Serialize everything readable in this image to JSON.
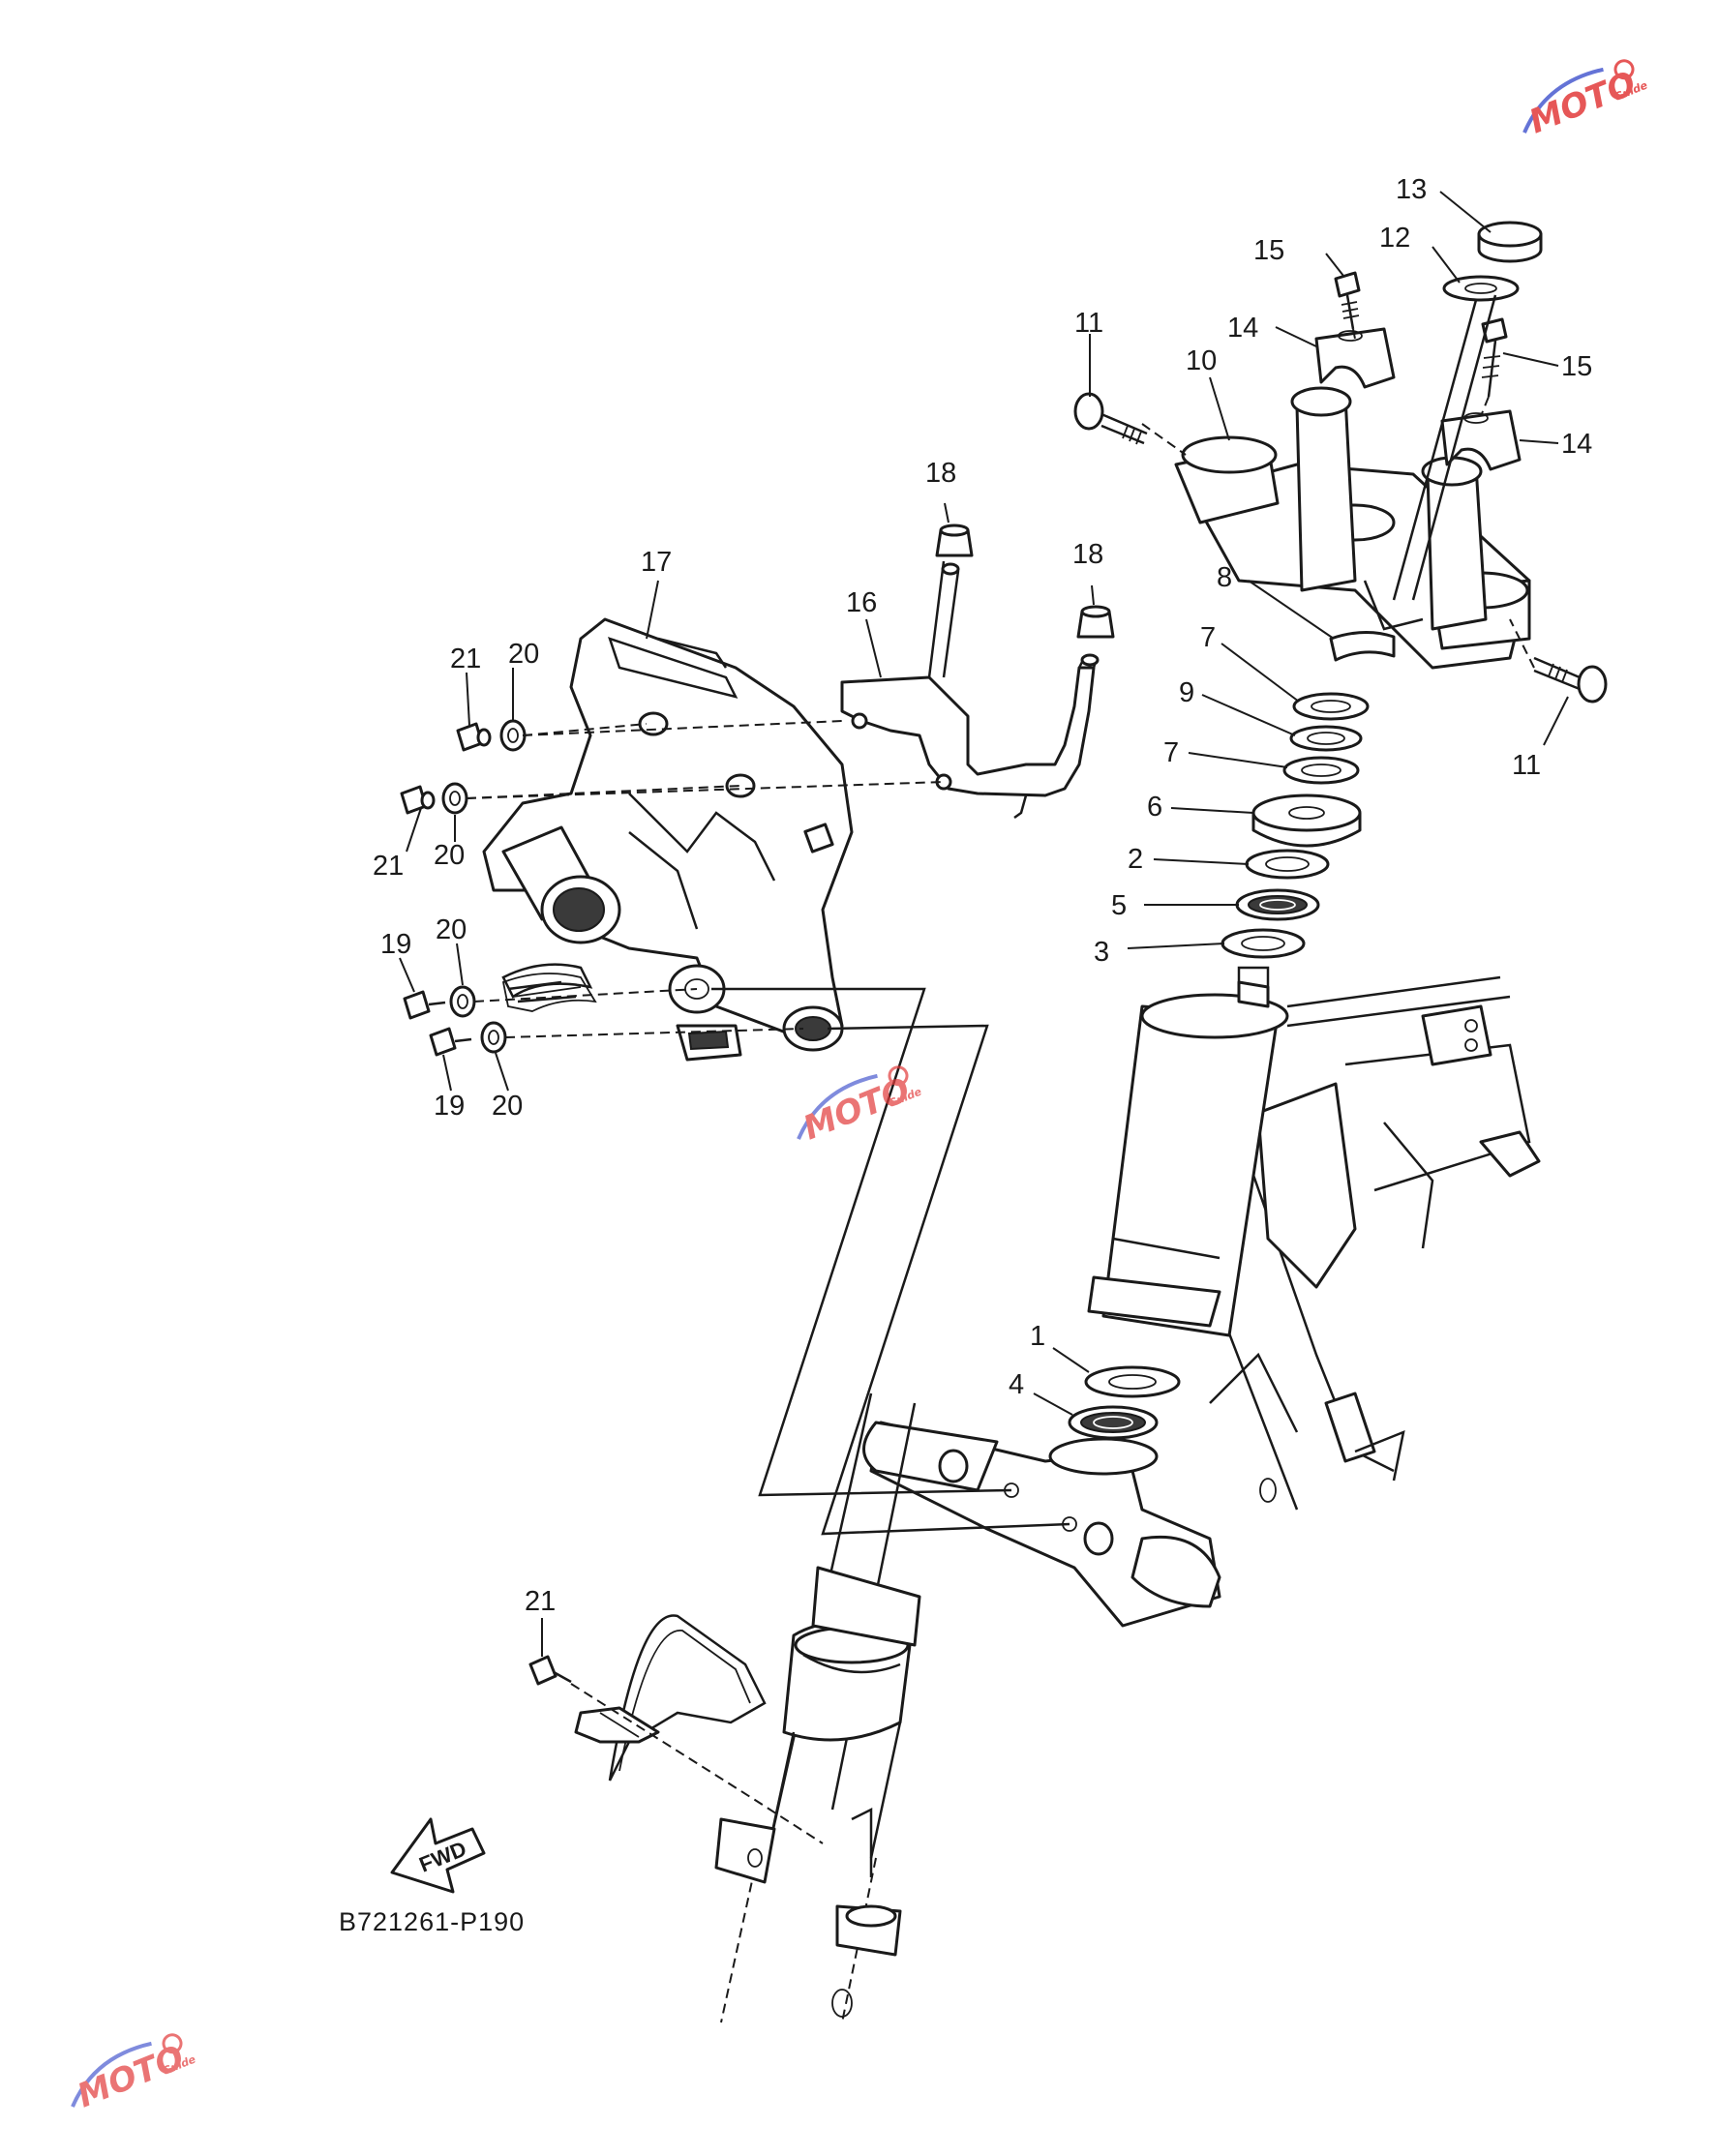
{
  "callouts": [
    {
      "id": "c13",
      "label": "13"
    },
    {
      "id": "c15a",
      "label": "15"
    },
    {
      "id": "c12",
      "label": "12"
    },
    {
      "id": "c11a",
      "label": "11"
    },
    {
      "id": "c14a",
      "label": "14"
    },
    {
      "id": "c10",
      "label": "10"
    },
    {
      "id": "c15b",
      "label": "15"
    },
    {
      "id": "c14b",
      "label": "14"
    },
    {
      "id": "c18a",
      "label": "18"
    },
    {
      "id": "c18b",
      "label": "18"
    },
    {
      "id": "c17",
      "label": "17"
    },
    {
      "id": "c16",
      "label": "16"
    },
    {
      "id": "c8",
      "label": "8"
    },
    {
      "id": "c7a",
      "label": "7"
    },
    {
      "id": "c9",
      "label": "9"
    },
    {
      "id": "c11b",
      "label": "11"
    },
    {
      "id": "c7b",
      "label": "7"
    },
    {
      "id": "c6",
      "label": "6"
    },
    {
      "id": "c2",
      "label": "2"
    },
    {
      "id": "c5",
      "label": "5"
    },
    {
      "id": "c3",
      "label": "3"
    },
    {
      "id": "c21a",
      "label": "21"
    },
    {
      "id": "c20a",
      "label": "20"
    },
    {
      "id": "c21b",
      "label": "21"
    },
    {
      "id": "c20b",
      "label": "20"
    },
    {
      "id": "c19a",
      "label": "19"
    },
    {
      "id": "c20c",
      "label": "20"
    },
    {
      "id": "c19b",
      "label": "19"
    },
    {
      "id": "c20d",
      "label": "20"
    },
    {
      "id": "c1",
      "label": "1"
    },
    {
      "id": "c4",
      "label": "4"
    },
    {
      "id": "c21c",
      "label": "21"
    }
  ],
  "fwd_label": "FWD",
  "diagram_code": "B721261-P190",
  "watermark": {
    "logo_text": "MOTO",
    "sub_text": "Guide",
    "color_primary": "#e23a3a",
    "color_secondary": "#4a5bd0"
  }
}
